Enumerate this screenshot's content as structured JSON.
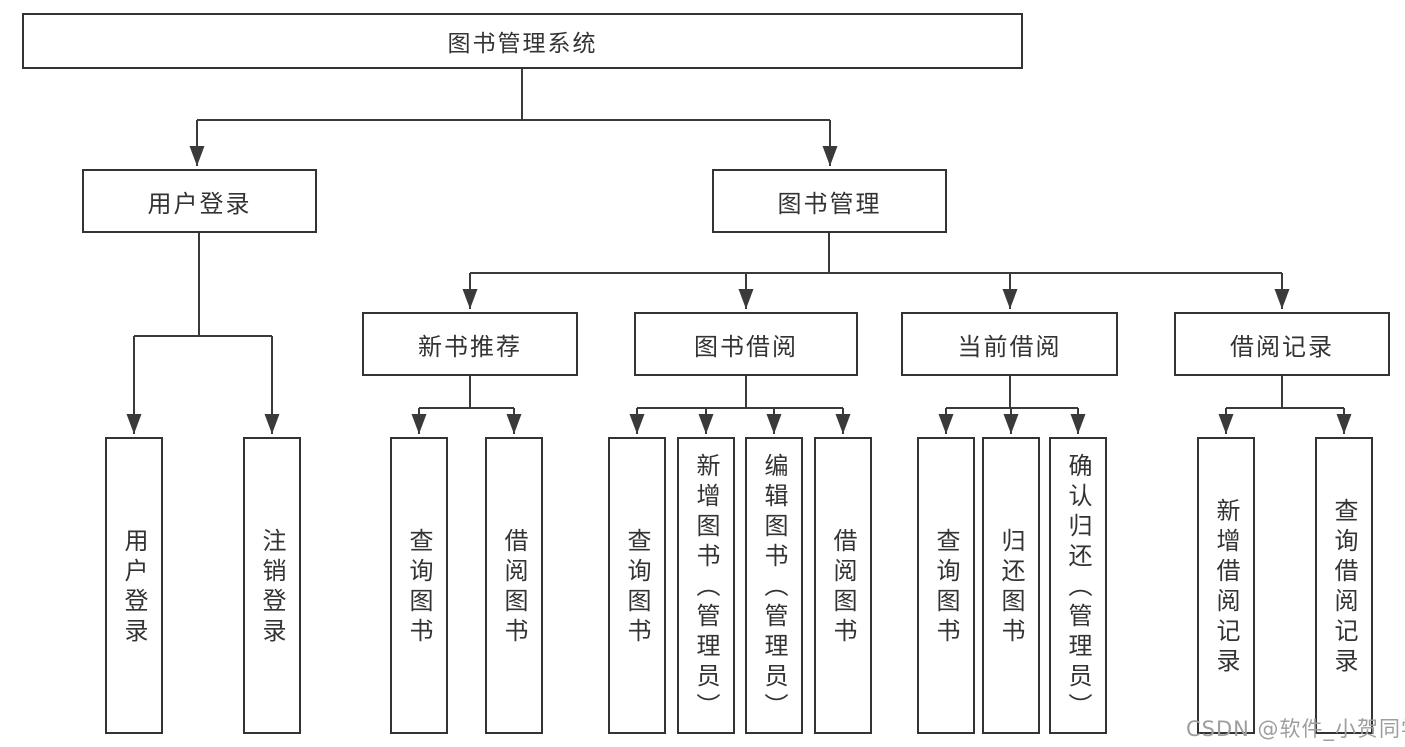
{
  "nodes": {
    "root": "图书管理系统",
    "user_login": "用户登录",
    "book_mgmt": "图书管理",
    "new_book": "新书推荐",
    "book_borrow": "图书借阅",
    "current_borrow": "当前借阅",
    "borrow_records": "借阅记录",
    "user_children": [
      "用户登录",
      "注销登录"
    ],
    "new_book_children": [
      "查询图书",
      "借阅图书"
    ],
    "book_borrow_children": [
      "查询图书",
      "新增图书（管理员）",
      "编辑图书（管理员）",
      "借阅图书"
    ],
    "current_borrow_children": [
      "查询图书",
      "归还图书",
      "确认归还（管理员）"
    ],
    "borrow_records_children": [
      "新增借阅记录",
      "查询借阅记录"
    ]
  },
  "watermark": "CSDN @软件_小贺同学",
  "colors": {
    "line": "#3a3a3a",
    "box_border": "#333333",
    "text": "#333333",
    "watermark": "#9e9e9e",
    "background": "#ffffff"
  }
}
